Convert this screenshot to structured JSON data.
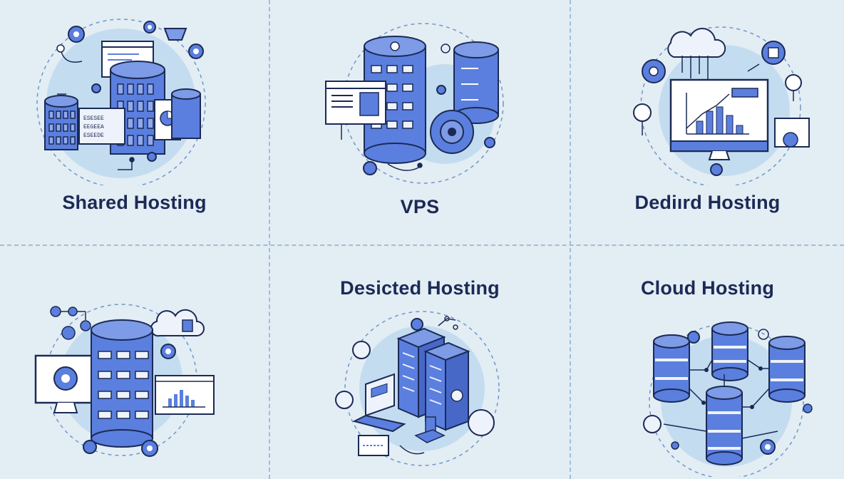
{
  "panels": [
    {
      "title": "Shared Hosting",
      "illustration": "shared-hosting-illustration"
    },
    {
      "title": "VPS",
      "illustration": "vps-illustration"
    },
    {
      "title": "Dediırd Hosting",
      "illustration": "dedicated-hosting-illustration"
    },
    {
      "title": "",
      "illustration": "server-monitor-illustration"
    },
    {
      "title": "Desicted Hosting",
      "illustration": "isometric-datacenter-illustration"
    },
    {
      "title": "Cloud Hosting",
      "illustration": "cloud-databases-illustration"
    }
  ],
  "colors": {
    "background": "#e3edf4",
    "circle": "#c3dcf0",
    "server_blue": "#5b7fde",
    "outline": "#1b2a55",
    "title": "#1b2a55",
    "divider": "#9cc0db"
  }
}
